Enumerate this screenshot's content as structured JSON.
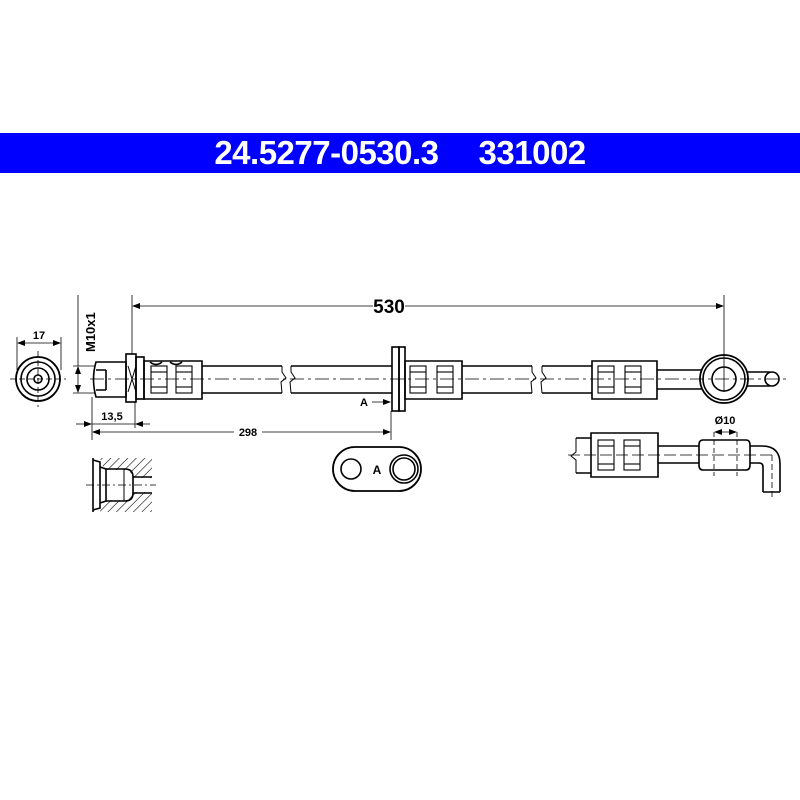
{
  "header": {
    "part_number": "24.5277-0530.3",
    "reference_number": "331002",
    "background_color": "#0000ff",
    "text_color": "#ffffff"
  },
  "drawing": {
    "type": "brake-hose-technical-drawing",
    "dimensions": {
      "overall_length": "530",
      "bracket_distance": "298",
      "thread": "M10x1",
      "hex_width": "17",
      "fitting_length": "13,5",
      "eye_diameter": "Ø10"
    },
    "labels": {
      "section_marker": "A",
      "bracket_detail_label": "A"
    },
    "views": [
      "end-view-hex-fitting",
      "main-side-view-hose",
      "thread-port-section-detail",
      "bracket-plate-detail-A",
      "banjo-end-side-view"
    ]
  }
}
